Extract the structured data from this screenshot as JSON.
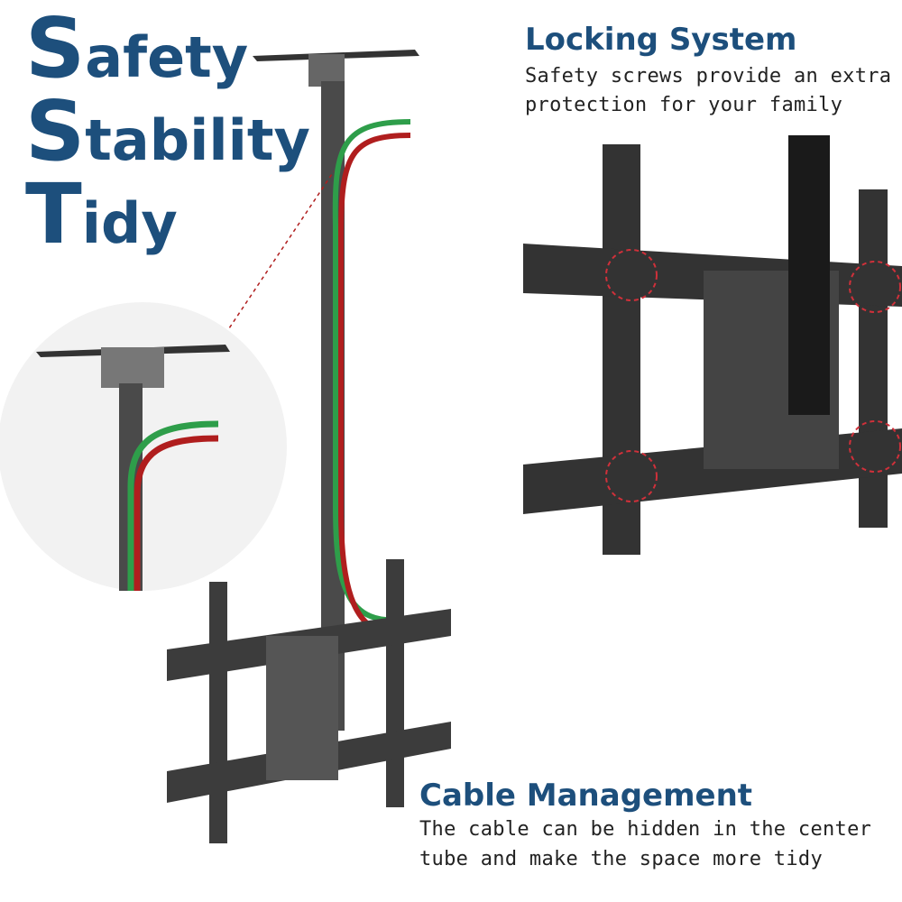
{
  "headline": [
    {
      "initial": "S",
      "rest": "afety"
    },
    {
      "initial": "S",
      "rest": "tability"
    },
    {
      "initial": "T",
      "rest": "idy"
    }
  ],
  "locking": {
    "title": "Locking System",
    "line1": "Safety screws provide an extra",
    "line2": "protection for your family"
  },
  "cable": {
    "title": "Cable Management",
    "line1": "The cable can be hidden in the center",
    "line2": "tube and make the space more tidy"
  },
  "colors": {
    "heading": "#1d4f7c",
    "cable_green": "#2e9e4a",
    "cable_red": "#b01e1e",
    "metal": "#3a3a3a"
  }
}
